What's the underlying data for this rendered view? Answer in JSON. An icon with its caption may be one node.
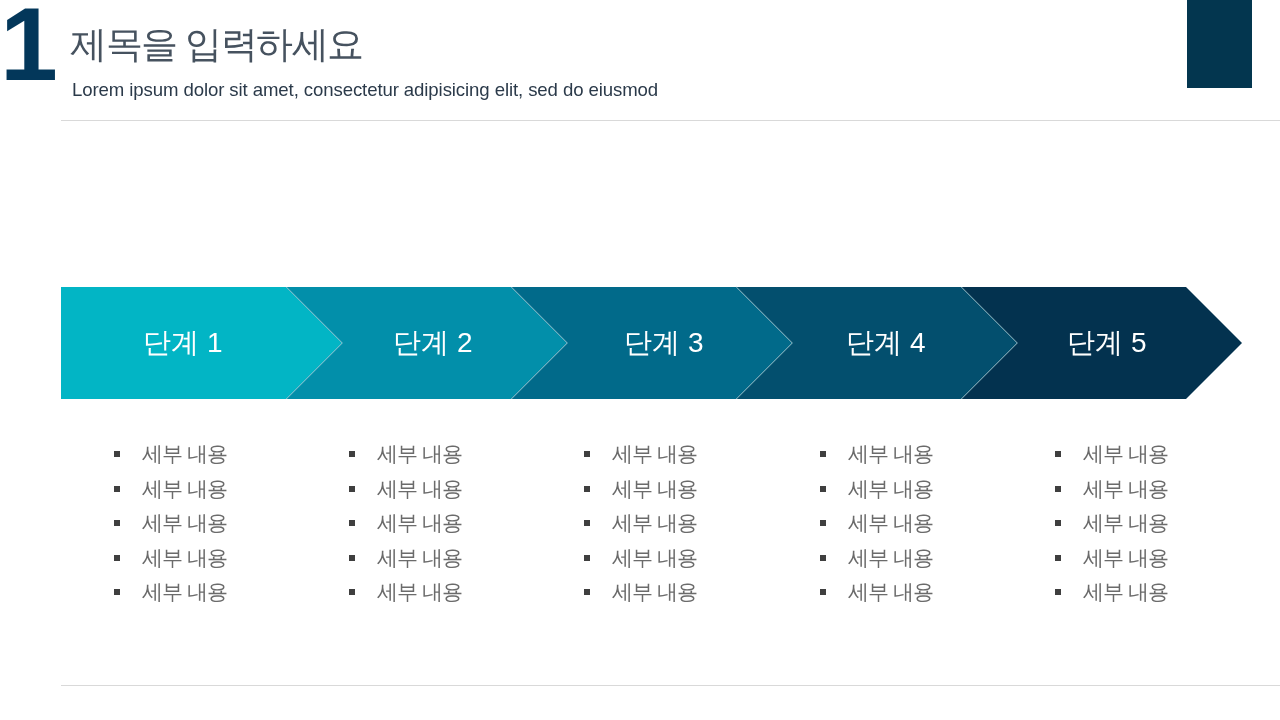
{
  "diagram": {
    "title": "제목을 입력하세요",
    "nodes": [
      {
        "text": [
          "단계 1"
        ],
        "beside": [
          "세부 내용",
          "세부 내용",
          "세부 내용",
          "세부 내용",
          "세부 내용"
        ]
      },
      {
        "text": [
          "단계 2"
        ],
        "beside": [
          "세부 내용",
          "세부 내용",
          "세부 내용",
          "세부 내용",
          "세부 내용"
        ]
      },
      {
        "text": [
          "단계 3"
        ],
        "beside": [
          "세부 내용",
          "세부 내용",
          "세부 내용",
          "세부 내용",
          "세부 내용"
        ]
      },
      {
        "text": [
          "단계 4"
        ],
        "beside": [
          "세부 내용",
          "세부 내용",
          "세부 내용",
          "세부 내용",
          "세부 내용"
        ]
      },
      {
        "text": [
          "단계 5"
        ],
        "beside": [
          "세부 내용",
          "세부 내용",
          "세부 내용",
          "세부 내용",
          "세부 내용"
        ]
      }
    ],
    "labels": [
      "1",
      "Lorem ipsum dolor sit amet, consectetur adipisicing elit, sed do eiusmod"
    ]
  }
}
